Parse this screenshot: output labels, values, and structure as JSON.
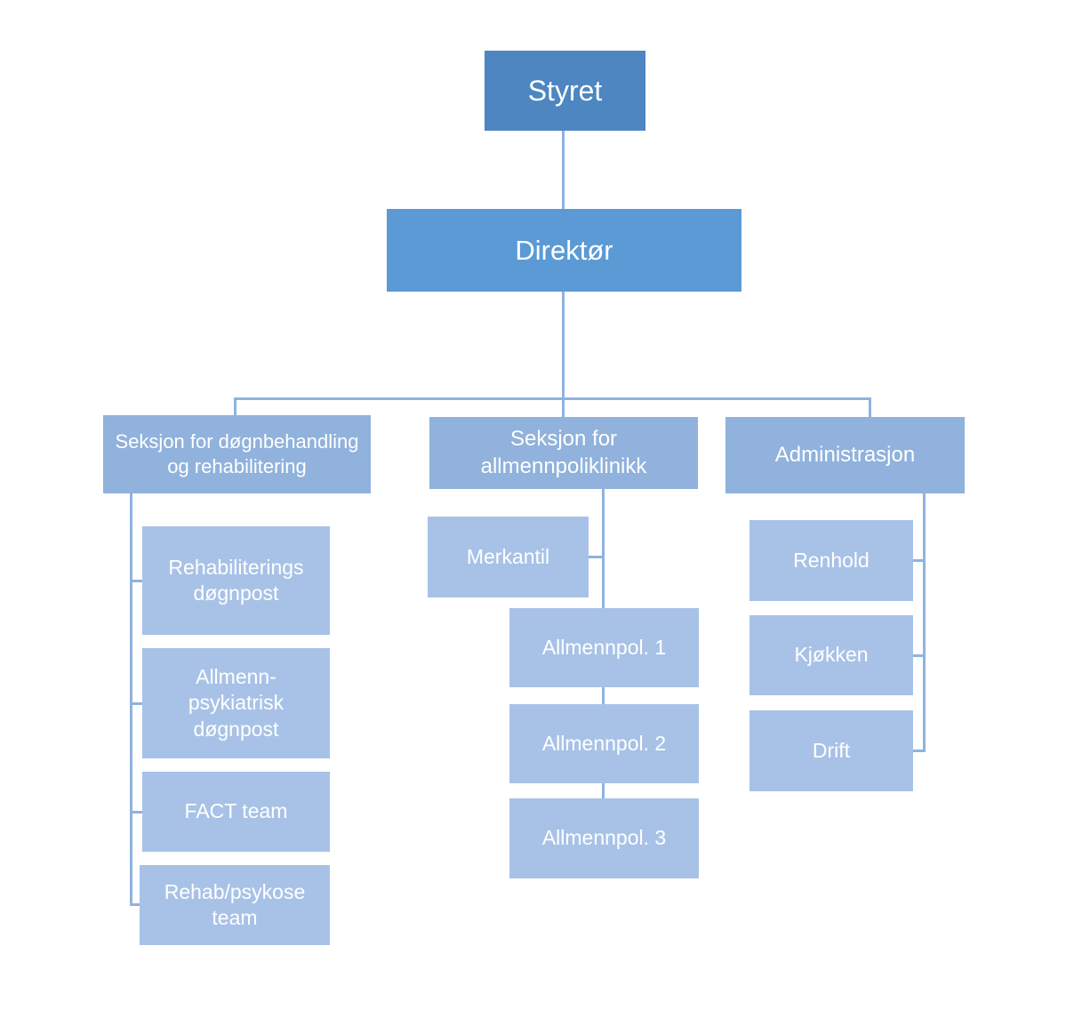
{
  "colors": {
    "level1": "#4d86c1",
    "level2": "#5b9ad5",
    "level3": "#90b2dc",
    "level4": "#a8c2e7",
    "connector": "#8fb3e0",
    "text": "#ffffff"
  },
  "org_chart": {
    "type": "organization-chart",
    "root": {
      "label": "Styret"
    },
    "director": {
      "label": "Direktør"
    },
    "sections": [
      {
        "label": "Seksjon for døgnbehandling og rehabilitering",
        "children": [
          {
            "label": "Rehabiliterings døgnpost"
          },
          {
            "label": "Allmenn-psykiatrisk døgnpost"
          },
          {
            "label": "FACT team"
          },
          {
            "label": "Rehab/psykose team"
          }
        ]
      },
      {
        "label": "Seksjon for allmennpoliklinikk",
        "children": [
          {
            "label": "Merkantil"
          },
          {
            "label": "Allmennpol. 1"
          },
          {
            "label": "Allmennpol. 2"
          },
          {
            "label": "Allmennpol. 3"
          }
        ]
      },
      {
        "label": "Administrasjon",
        "children": [
          {
            "label": "Renhold"
          },
          {
            "label": "Kjøkken"
          },
          {
            "label": "Drift"
          }
        ]
      }
    ]
  }
}
